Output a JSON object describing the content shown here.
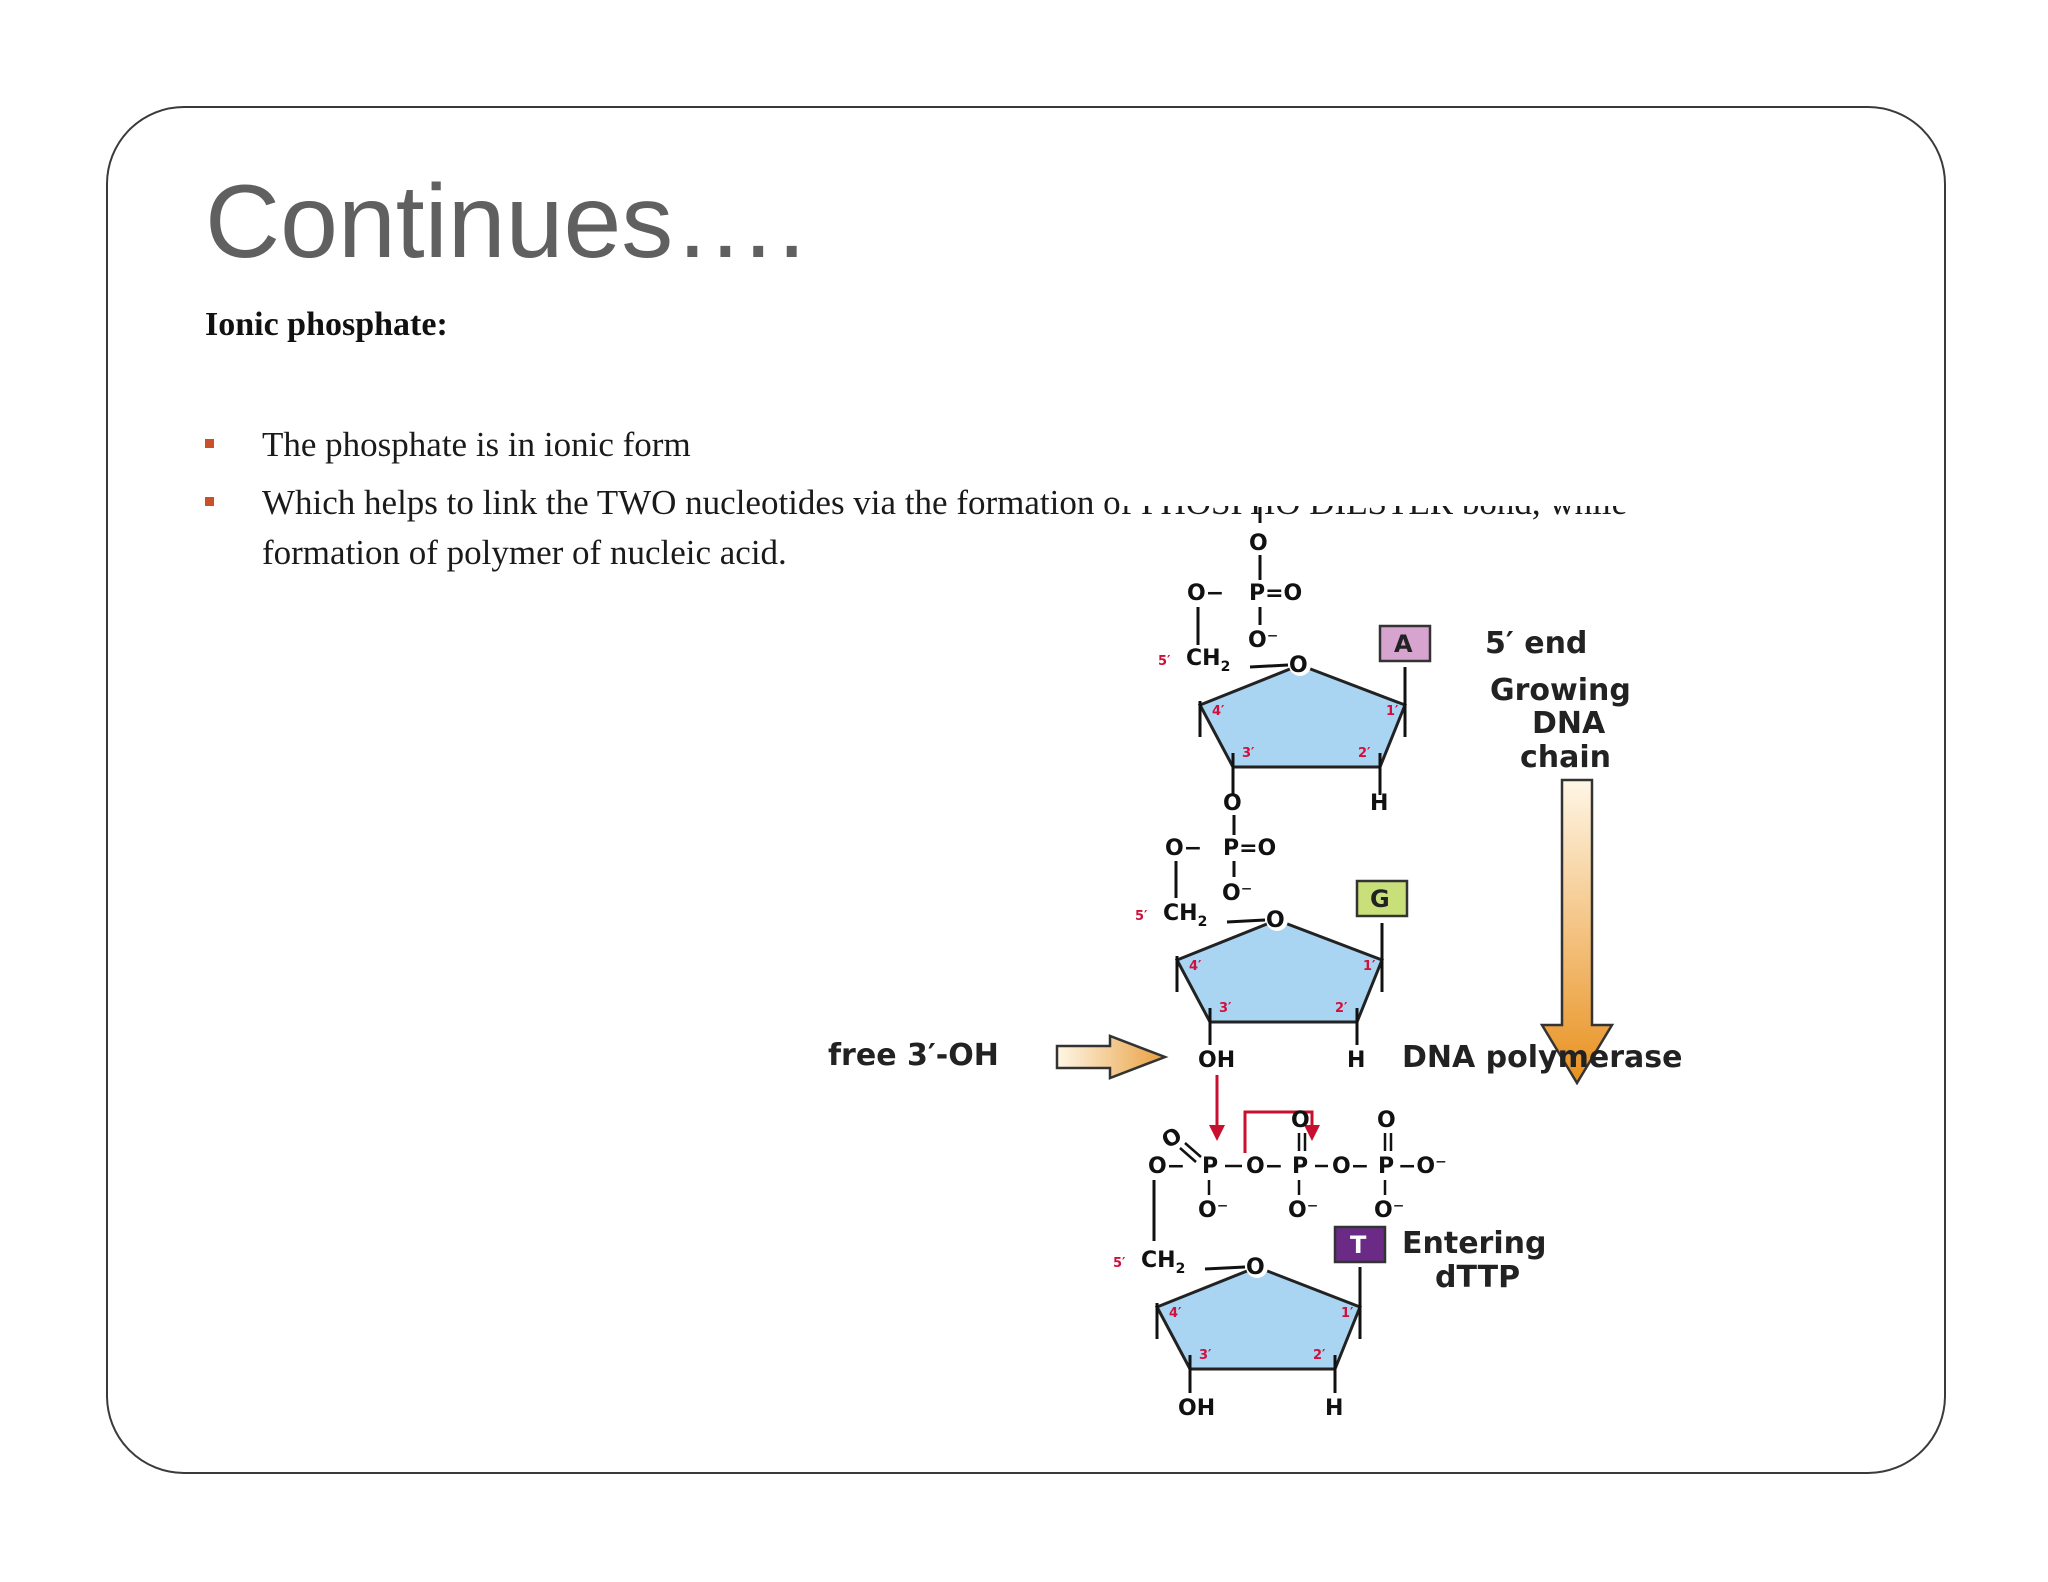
{
  "slide": {
    "title": "Continues….",
    "subtitle": "Ionic phosphate:",
    "bullets": [
      "The phosphate is in ionic form",
      "Which helps to link the TWO nucleotides via  the formation of  PHOSPHO DIESTER bond,  while formation of  polymer of nucleic acid."
    ],
    "bullet_color": "#c8502a"
  },
  "figure": {
    "labels": {
      "five_end": "5′ end",
      "growing_1": "Growing",
      "growing_2": "DNA",
      "growing_3": "chain",
      "polymerase": "DNA polymerase",
      "free_oh": "free 3′-OH",
      "entering_1": "Entering",
      "entering_2": "dTTP"
    },
    "bases": [
      {
        "letter": "A",
        "fill": "#d7a3cf"
      },
      {
        "letter": "G",
        "fill": "#c9e07a"
      },
      {
        "letter": "T",
        "fill": "#6a2a86"
      }
    ],
    "chem": {
      "O": "O",
      "O_minus": "O⁻",
      "P_eq_O": "P=O",
      "P": "P",
      "CH2": "CH",
      "sub2": "2",
      "OH": "OH",
      "H": "H",
      "O_dash": "O−",
      "dash_O_minus": "−O⁻"
    },
    "positions": {
      "p5": "5′",
      "p4": "4′",
      "p3": "3′",
      "p2": "2′",
      "p1": "1′"
    },
    "colors": {
      "sugar": "#a9d4f2",
      "sugar_stroke": "#222222",
      "arrow_red": "#c8102e",
      "arrow_orange_top": "#fff6e6",
      "arrow_orange_bottom": "#e8901e"
    }
  }
}
